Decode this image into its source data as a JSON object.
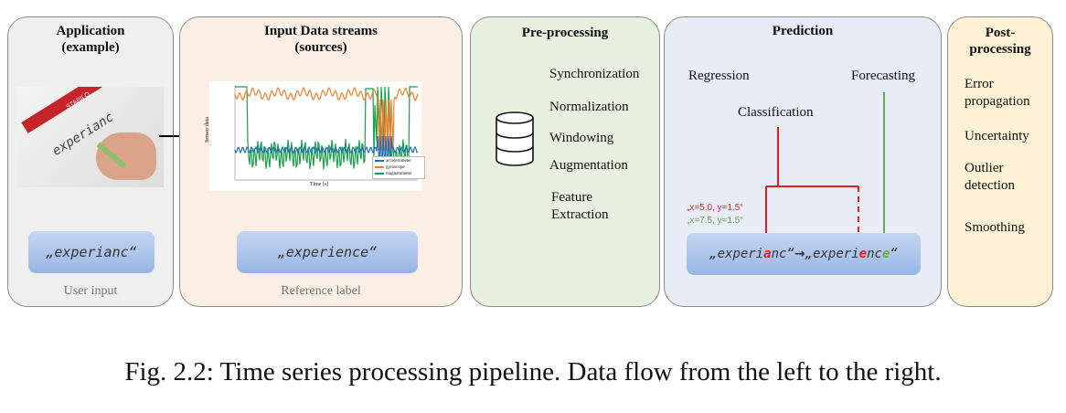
{
  "panels": {
    "application": {
      "title": "Application\n(example)",
      "pill": "„experianc“",
      "footer": "User input",
      "photo_text": {
        "writing": "experianc",
        "logo": "STABILO"
      }
    },
    "input": {
      "title": "Input Data streams\n(sources)",
      "pill": "„experience“",
      "footer": "Reference label",
      "chart_ylabel": "Sensor data",
      "chart_xlabel": "Time [s]",
      "legend": [
        "accelerometer",
        "gyroscope",
        "magnetometer"
      ]
    },
    "preprocessing": {
      "title": "Pre-processing",
      "items": [
        "Synchronization",
        "Normalization",
        "Windowing",
        "Augmentation",
        "Feature\nExtraction"
      ]
    },
    "prediction": {
      "title": "Prediction",
      "regression": "Regression",
      "classification": "Classification",
      "forecasting": "Forecasting",
      "coord_red": "„x=5.0, y=1.5“",
      "coord_green": "„x=7.5, y=1.5“",
      "word_a": "„experi",
      "word_b": "a",
      "word_c": "nc“",
      "arrow": "→",
      "word_d": "„experi",
      "word_e": "e",
      "word_f": "nc",
      "word_g": "e",
      "word_h": "“"
    },
    "postprocessing": {
      "title": "Post-\nprocessing",
      "items": [
        "Error\npropagation",
        "Uncertainty",
        "Outlier\ndetection",
        "Smoothing"
      ]
    }
  },
  "caption": "Fig. 2.2: Time series processing pipeline. Data flow from the left to the right.",
  "colors": {
    "app_bg": "#efefef",
    "input_bg": "#fbeee4",
    "pre_bg": "#e6f2df",
    "pred_bg": "#e7ecf7",
    "post_bg": "#fdf2d5",
    "red": "#e0201b",
    "green": "#6aa84f",
    "orange": "#f07f2a",
    "blue": "#1f6fb2",
    "gtrace": "#19a04a"
  }
}
